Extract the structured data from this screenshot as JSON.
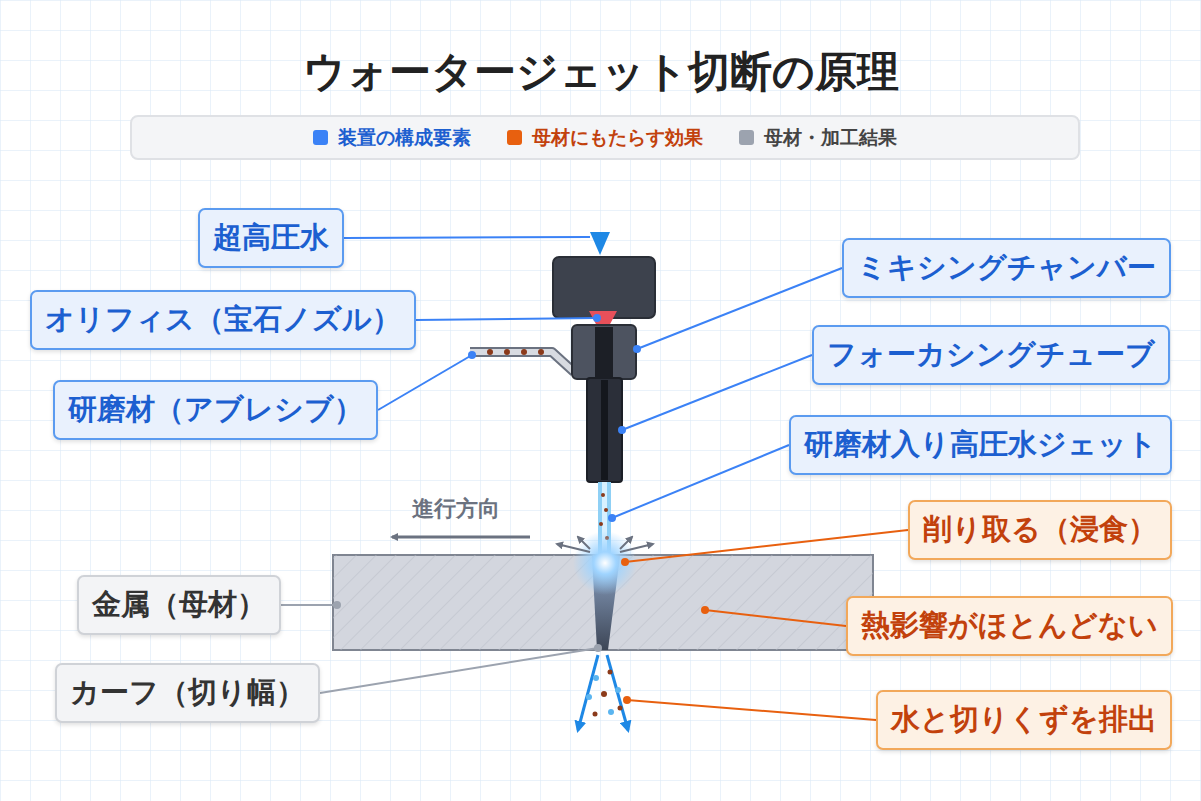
{
  "diagram": {
    "title": "ウォータージェット切断の原理",
    "nodes": [
      {
        "text": [
          "超高圧水"
        ]
      },
      {
        "text": [
          "ミキシングチャンバー"
        ]
      },
      {
        "text": [
          "オリフィス（宝石ノズル）"
        ]
      },
      {
        "text": [
          "フォーカシングチューブ"
        ]
      },
      {
        "text": [
          "研磨材（アブレシブ）"
        ]
      },
      {
        "text": [
          "研磨材入り高圧水ジェット"
        ]
      },
      {
        "text": [
          "削り取る（浸食）"
        ]
      },
      {
        "text": [
          "金属（母材）"
        ]
      },
      {
        "text": [
          "熱影響がほとんどない"
        ]
      },
      {
        "text": [
          "カーフ（切り幅）"
        ]
      },
      {
        "text": [
          "水と切りくずを排出"
        ]
      }
    ],
    "labels": [
      "進行方向"
    ],
    "legend": [
      {
        "text": "装置の構成要素",
        "color": "#3b82f6"
      },
      {
        "text": "母材にもたらす効果",
        "color": "#e8600f"
      },
      {
        "text": "母材・加工結果",
        "color": "#9ca3af"
      }
    ]
  }
}
